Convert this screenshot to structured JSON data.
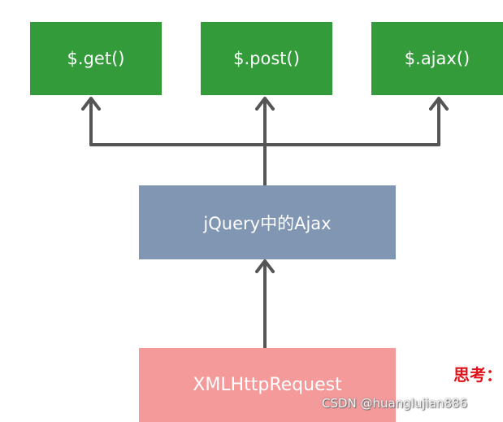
{
  "diagram": {
    "top_methods": [
      {
        "label": "$.get()"
      },
      {
        "label": "$.post()"
      },
      {
        "label": "$.ajax()"
      }
    ],
    "middle_label": "jQuery中的Ajax",
    "bottom_label": "XMLHttpRequest",
    "note": "思考：",
    "colors": {
      "method_box": "#339b3a",
      "middle_box": "#8196b2",
      "bottom_box": "#f49a9b",
      "arrow": "#555555",
      "note": "#e0121a",
      "box_text": "#ffffff"
    }
  },
  "watermark": "CSDN @huanglujian886"
}
